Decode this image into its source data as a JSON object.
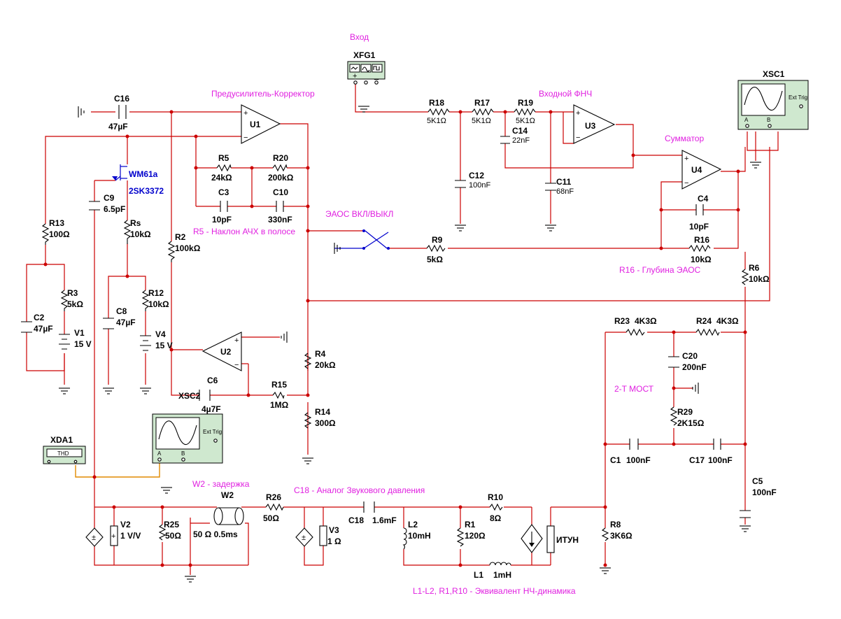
{
  "annotations": {
    "input": "Вход",
    "preamp": "Предусилитель-Корректор",
    "input_lpf": "Входной ФНЧ",
    "summator": "Сумматор",
    "eaos_switch": "ЭАОС ВКЛ/ВЫКЛ",
    "r5_note": "R5 - Наклон АЧХ в полосе",
    "r16_note": "R16 - Глубина ЭАОС",
    "bridge": "2-T МОСТ",
    "w2_note": "W2 - задержка",
    "c18_note": "C18 - Аналог Звукового давления",
    "speaker_note": "L1-L2, R1,R10 - Эквивалент НЧ-динамика"
  },
  "instruments": {
    "xfg1": "XFG1",
    "xsc1": "XSC1",
    "xsc2": "XSC2",
    "xda1": "XDA1",
    "thd": "THD",
    "ext_trig": "Ext Trig",
    "ch_a": "A",
    "ch_b": "B",
    "plus": "+",
    "minus": "_"
  },
  "components": {
    "C16": {
      "ref": "C16",
      "val": "47µF"
    },
    "U1": {
      "ref": "U1"
    },
    "U2": {
      "ref": "U2"
    },
    "U3": {
      "ref": "U3"
    },
    "U4": {
      "ref": "U4"
    },
    "R5": {
      "ref": "R5",
      "val": "24kΩ"
    },
    "R20": {
      "ref": "R20",
      "val": "200kΩ"
    },
    "C3": {
      "ref": "C3",
      "val": "10pF"
    },
    "C10": {
      "ref": "C10",
      "val": "330nF"
    },
    "WM61a": {
      "ref": "WM61a",
      "val": "2SK3372"
    },
    "C9": {
      "ref": "C9",
      "val": "6.5pF"
    },
    "Rs": {
      "ref": "Rs",
      "val": "10kΩ"
    },
    "R2": {
      "ref": "R2",
      "val": "100kΩ"
    },
    "R13": {
      "ref": "R13",
      "val": "100Ω"
    },
    "R3": {
      "ref": "R3",
      "val": "5kΩ"
    },
    "C2": {
      "ref": "C2",
      "val": "47µF"
    },
    "V1": {
      "ref": "V1",
      "val": "15 V"
    },
    "C8": {
      "ref": "C8",
      "val": "47µF"
    },
    "R12": {
      "ref": "R12",
      "val": "10kΩ"
    },
    "V4": {
      "ref": "V4",
      "val": "15 V"
    },
    "C6": {
      "ref": "C6",
      "val": "4µ7F"
    },
    "R15": {
      "ref": "R15",
      "val": "1MΩ"
    },
    "R4": {
      "ref": "R4",
      "val": "20kΩ"
    },
    "R14": {
      "ref": "R14",
      "val": "300Ω"
    },
    "R18": {
      "ref": "R18",
      "val": "5K1Ω"
    },
    "R17": {
      "ref": "R17",
      "val": "5K1Ω"
    },
    "R19": {
      "ref": "R19",
      "val": "5K1Ω"
    },
    "C14": {
      "ref": "C14",
      "val": "22nF"
    },
    "C12": {
      "ref": "C12",
      "val": "100nF"
    },
    "C11": {
      "ref": "C11",
      "val": "68nF"
    },
    "R9": {
      "ref": "R9",
      "val": "5kΩ"
    },
    "C4": {
      "ref": "C4",
      "val": "10pF"
    },
    "R16": {
      "ref": "R16",
      "val": "10kΩ"
    },
    "R6": {
      "ref": "R6",
      "val": "10kΩ"
    },
    "R23": {
      "ref": "R23",
      "val": "4K3Ω"
    },
    "R24": {
      "ref": "R24",
      "val": "4K3Ω"
    },
    "C20": {
      "ref": "C20",
      "val": "200nF"
    },
    "R29": {
      "ref": "R29",
      "val": "2K15Ω"
    },
    "C1": {
      "ref": "C1",
      "val": "100nF"
    },
    "C17": {
      "ref": "C17",
      "val": "100nF"
    },
    "C5": {
      "ref": "C5",
      "val": "100nF"
    },
    "V2": {
      "ref": "V2",
      "val": "1 V/V"
    },
    "R25": {
      "ref": "R25",
      "val": "50Ω"
    },
    "W2": {
      "ref": "W2",
      "val": "50 Ω 0.5ms"
    },
    "R26": {
      "ref": "R26",
      "val": "50Ω"
    },
    "V3": {
      "ref": "V3",
      "val": "1 Ω"
    },
    "C18": {
      "ref": "C18",
      "val": "1.6mF"
    },
    "L2": {
      "ref": "L2",
      "val": "10mH"
    },
    "R1": {
      "ref": "R1",
      "val": "120Ω"
    },
    "R10": {
      "ref": "R10",
      "val": "8Ω"
    },
    "ITUN": {
      "ref": "ИТУН"
    },
    "R8": {
      "ref": "R8",
      "val": "3K6Ω"
    },
    "L1": {
      "ref": "L1",
      "val": "1mH"
    }
  }
}
